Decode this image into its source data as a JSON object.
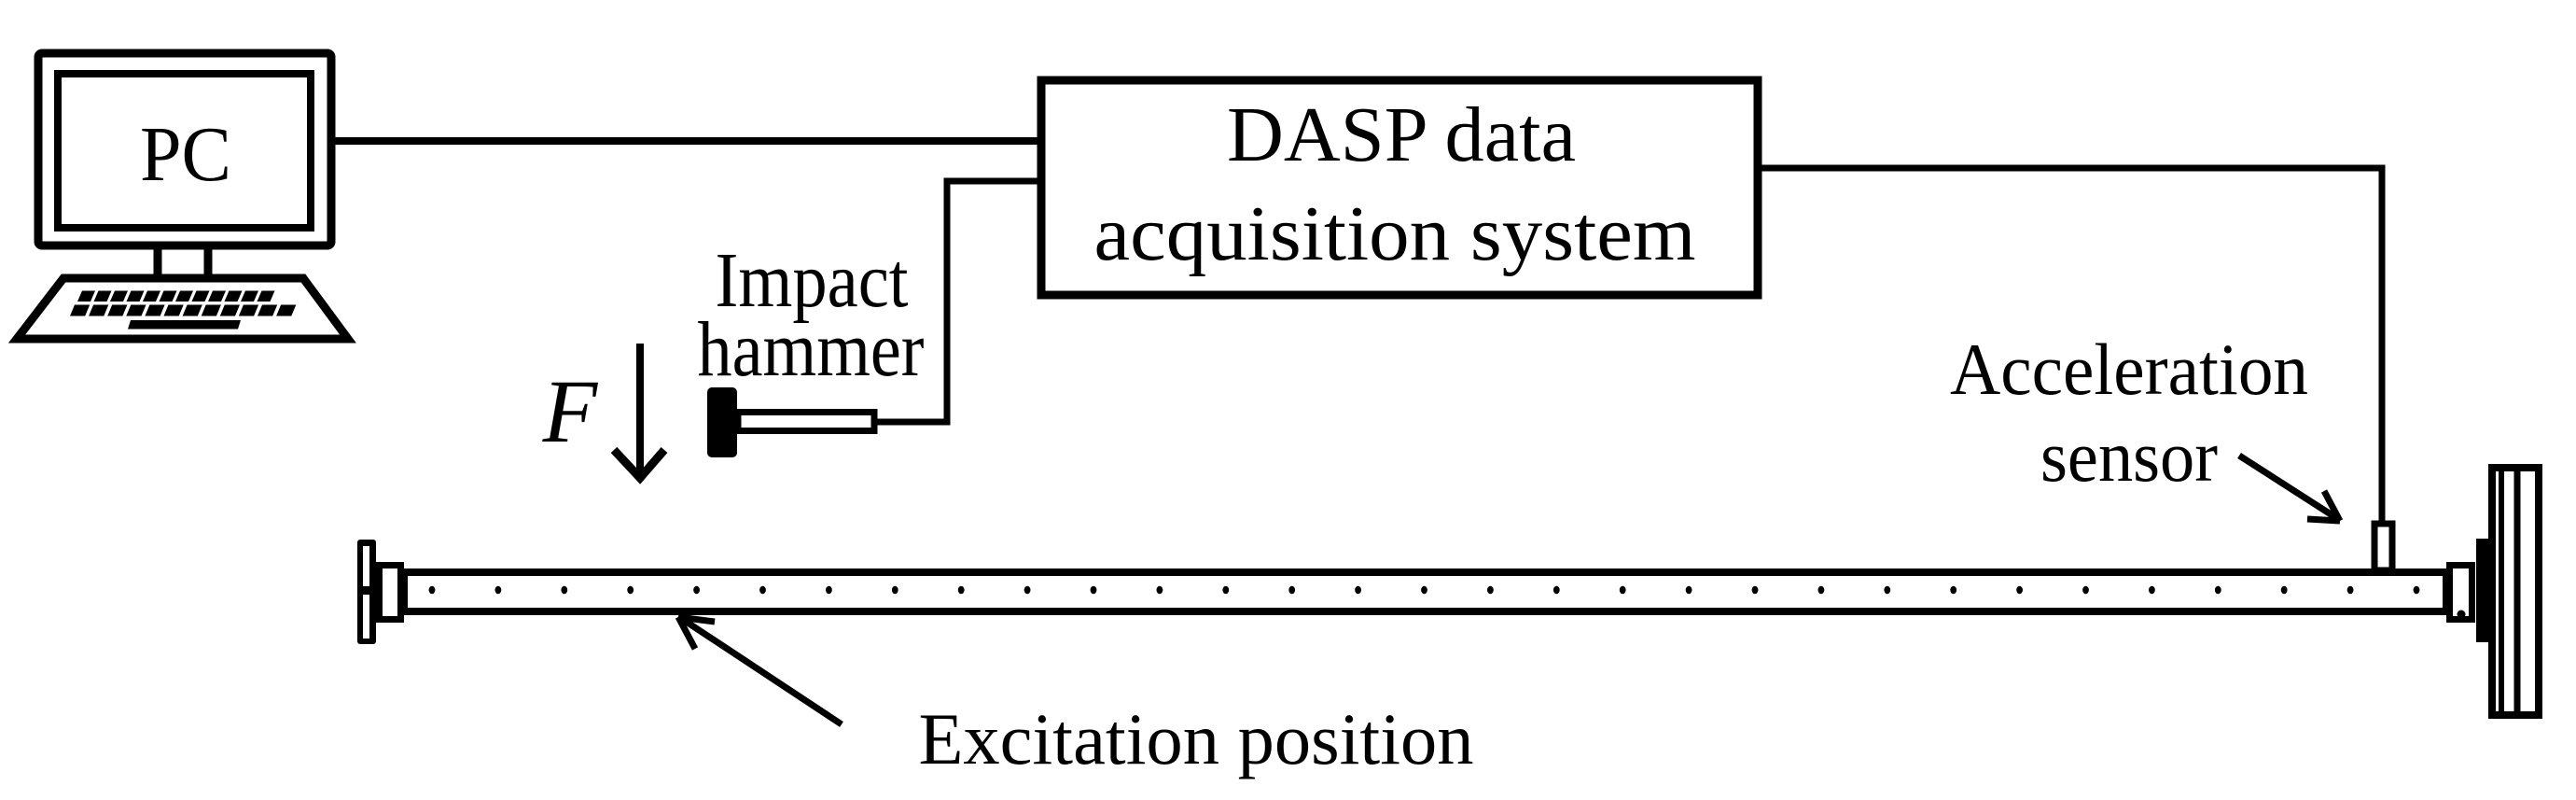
{
  "diagram": {
    "pc_label": "PC",
    "dasp_box": {
      "line1": "DASP data",
      "line2": "acquisition system"
    },
    "impact_hammer_label": {
      "line1": "Impact",
      "line2": "hammer"
    },
    "force_label": "F",
    "acceleration_sensor_label": {
      "line1": "Acceleration",
      "line2": "sensor"
    },
    "excitation_label": "Excitation position",
    "beam": {
      "hole_count": 32
    },
    "keyboard_rows": [
      12,
      12
    ],
    "colors": {
      "ink": "#000000",
      "background": "#ffffff"
    }
  }
}
